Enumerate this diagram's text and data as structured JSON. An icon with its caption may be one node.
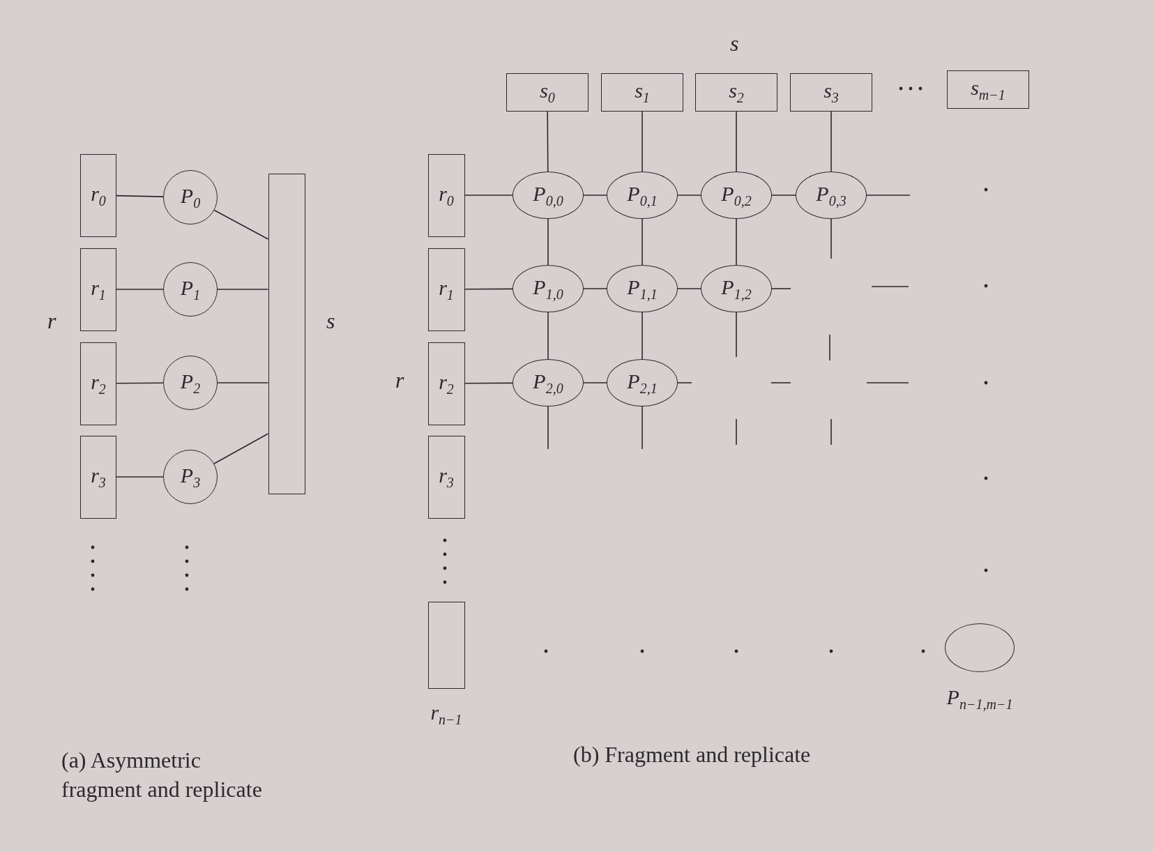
{
  "diagram": {
    "nodes": [
      {
        "text": [
          "r$_{0}$"
        ]
      },
      {
        "text": [
          "r$_{1}$"
        ]
      },
      {
        "text": [
          "r$_{2}$"
        ]
      },
      {
        "text": [
          "r$_{3}$"
        ]
      },
      {
        "text": [
          "P$_{0}$"
        ]
      },
      {
        "text": [
          "P$_{1}$"
        ]
      },
      {
        "text": [
          "P$_{2}$"
        ]
      },
      {
        "text": [
          "P$_{3}$"
        ]
      },
      {
        "text": [],
        "shape": "box"
      },
      {
        "text": [
          "s$_{0}$"
        ]
      },
      {
        "text": [
          "s$_{1}$"
        ]
      },
      {
        "text": [
          "s$_{2}$"
        ]
      },
      {
        "text": [
          "s$_{3}$"
        ]
      },
      {
        "text": [
          "s$_{m−1}$"
        ]
      },
      {
        "text": [
          "r$_{0}$"
        ]
      },
      {
        "text": [
          "r$_{1}$"
        ]
      },
      {
        "text": [
          "r$_{2}$"
        ]
      },
      {
        "text": [
          "r$_{3}$"
        ]
      },
      {
        "text": [
          "r$_{n−1}$"
        ]
      },
      {
        "text": [
          "P$_{0,0}$"
        ]
      },
      {
        "text": [
          "P$_{0,1}$"
        ]
      },
      {
        "text": [
          "P$_{0,2}$"
        ]
      },
      {
        "text": [
          "P$_{0,3}$"
        ]
      },
      {
        "text": [
          "P$_{1,0}$"
        ]
      },
      {
        "text": [
          "P$_{1,1}$"
        ]
      },
      {
        "text": [
          "P$_{1,2}$"
        ]
      },
      {
        "text": [
          "P$_{2,0}$"
        ]
      },
      {
        "text": [
          "P$_{2,1}$"
        ]
      },
      {
        "text": [
          "P$_{n−1,m−1}$"
        ]
      }
    ],
    "edges": [
      {
        "from": 0,
        "to": 4,
        "arrow": "none"
      },
      {
        "from": 1,
        "to": 5,
        "arrow": "none"
      },
      {
        "from": 2,
        "to": 6,
        "arrow": "none"
      },
      {
        "from": 3,
        "to": 7,
        "arrow": "none"
      },
      {
        "from": 4,
        "to": 8,
        "arrow": "none"
      },
      {
        "from": 5,
        "to": 8,
        "arrow": "none"
      },
      {
        "from": 6,
        "to": 8,
        "arrow": "none"
      },
      {
        "from": 7,
        "to": 8,
        "arrow": "none"
      },
      {
        "from": 14,
        "to": 19,
        "arrow": "none"
      },
      {
        "from": 19,
        "to": 20,
        "arrow": "none"
      },
      {
        "from": 20,
        "to": 21,
        "arrow": "none"
      },
      {
        "from": 21,
        "to": 22,
        "arrow": "none"
      },
      {
        "from": 9,
        "to": 19,
        "arrow": "none"
      },
      {
        "from": 10,
        "to": 20,
        "arrow": "none"
      },
      {
        "from": 11,
        "to": 21,
        "arrow": "none"
      },
      {
        "from": 12,
        "to": 22,
        "arrow": "none"
      },
      {
        "from": 19,
        "to": 23,
        "arrow": "none"
      },
      {
        "from": 20,
        "to": 24,
        "arrow": "none"
      },
      {
        "from": 21,
        "to": 25,
        "arrow": "none"
      },
      {
        "from": 15,
        "to": 23,
        "arrow": "none"
      },
      {
        "from": 23,
        "to": 24,
        "arrow": "none"
      },
      {
        "from": 24,
        "to": 25,
        "arrow": "none"
      },
      {
        "from": 23,
        "to": 26,
        "arrow": "none"
      },
      {
        "from": 24,
        "to": 27,
        "arrow": "none"
      },
      {
        "from": 16,
        "to": 26,
        "arrow": "none"
      },
      {
        "from": 26,
        "to": 27,
        "arrow": "none"
      },
      {
        "from": 22,
        "to": null,
        "arrow": "none"
      },
      {
        "from": 22,
        "to": null,
        "arrow": "none"
      },
      {
        "from": 25,
        "to": null,
        "arrow": "none"
      },
      {
        "from": 25,
        "to": null,
        "arrow": "none"
      },
      {
        "from": 27,
        "to": null,
        "arrow": "none"
      },
      {
        "from": 26,
        "to": null,
        "arrow": "none"
      },
      {
        "from": 27,
        "to": null,
        "arrow": "none"
      }
    ],
    "labels": [
      "s",
      "r",
      "s",
      "r",
      "(a) Asymmetric fragment and replicate",
      "(b) Fragment and replicate"
    ]
  }
}
